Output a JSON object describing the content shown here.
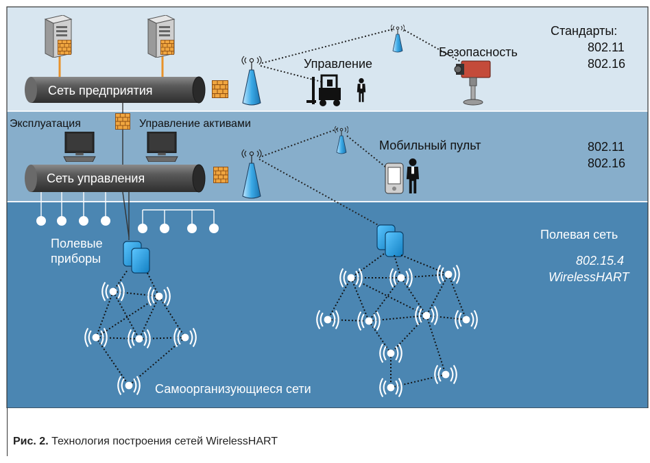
{
  "zones": {
    "enterprise": {
      "pipe_label": "Сеть предприятия",
      "standards_title": "Стандарты:",
      "std1": "802.11",
      "std2": "802.16",
      "control_label": "Управление",
      "security_label": "Безопасность"
    },
    "control": {
      "operation_label": "Эксплуатация",
      "assets_label": "Управление активами",
      "pipe_label": "Сеть управления",
      "mobile_label": "Мобильный пульт",
      "std1": "802.11",
      "std2": "802.16"
    },
    "field": {
      "devices_line1": "Полевые",
      "devices_line2": "приборы",
      "field_net_label": "Полевая сеть",
      "std1": "802.15.4",
      "std2": "WirelessHART",
      "mesh_label": "Самоорганизующиеся сети"
    }
  },
  "caption": {
    "prefix": "Рис. 2.",
    "text": "Технология построения сетей WirelessHART"
  },
  "colors": {
    "zone_top": "#d8e6f0",
    "zone_mid": "#87aecb",
    "zone_bottom": "#4b86b2",
    "pipe": "#4a4a4a",
    "firewall": "#e89a3a",
    "gateway": "#1e9ad6"
  },
  "icons": [
    "server-icon",
    "firewall-icon",
    "antenna-icon",
    "forklift-icon",
    "person-icon",
    "camera-icon",
    "monitor-icon",
    "pda-icon",
    "gateway-icon",
    "wireless-node-icon"
  ]
}
